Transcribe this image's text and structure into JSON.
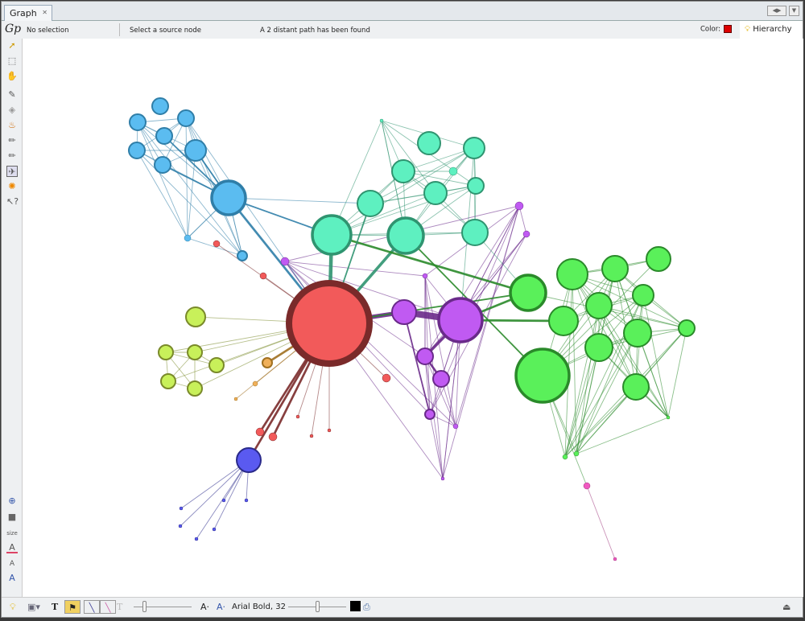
{
  "tab": {
    "label": "Graph"
  },
  "status": {
    "selection": "No selection",
    "tool_hint": "Select a source node",
    "result": "A 2 distant path has been found",
    "color_label": "Color:",
    "color_value": "#dd0000",
    "hierarchy_label": "Hierarchy"
  },
  "left_toolbar": {
    "size_label": "size"
  },
  "bottom_toolbar": {
    "font_label": "Arial Bold, 32"
  },
  "logo_text": "Gp",
  "graph": {
    "cluster_colors": {
      "blue": "#5bbcf0",
      "teal": "#5ef0c0",
      "red": "#f25a5a",
      "purple": "#c05af2",
      "green": "#5af05a",
      "lime": "#c8f05a",
      "orange": "#f0b05a",
      "indigo": "#5a5af0",
      "pink": "#f05ac0"
    }
  }
}
